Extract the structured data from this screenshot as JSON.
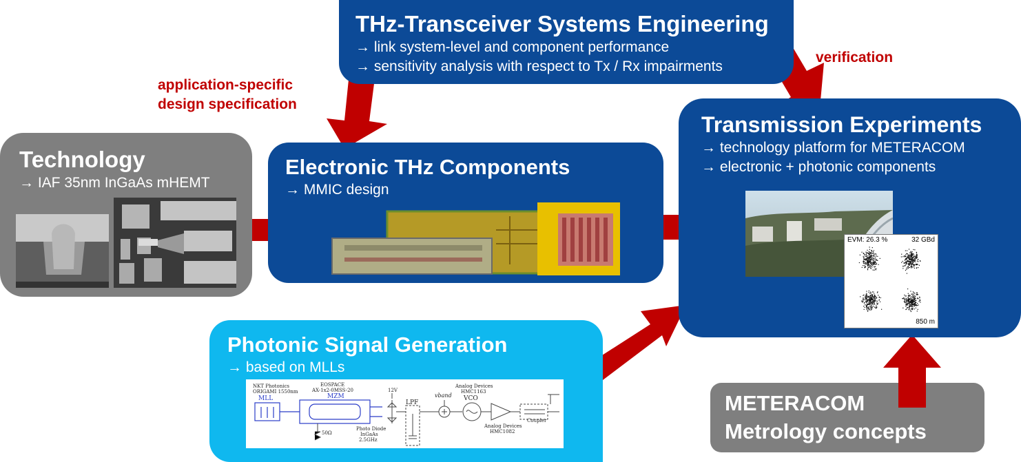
{
  "systems": {
    "title": "THz-Transceiver Systems Engineering",
    "lines": [
      "→ link system-level and component performance",
      "→ sensitivity analysis with respect to Tx / Rx impairments"
    ]
  },
  "technology": {
    "title": "Technology",
    "lines": [
      "→ IAF 35nm InGaAs mHEMT"
    ]
  },
  "electronic": {
    "title": "Electronic THz Components",
    "lines": [
      "→ MMIC design"
    ]
  },
  "transmission": {
    "title": "Transmission Experiments",
    "lines": [
      "→ technology platform for METERACOM",
      "→ electronic + photonic components"
    ],
    "constellation": {
      "evm": "EVM: 26.3 %",
      "rate": "32 GBd",
      "distance": "850 m"
    }
  },
  "photonic": {
    "title": "Photonic Signal Generation",
    "lines": [
      "→ based on MLLs"
    ],
    "schematic": {
      "mll_vendor": [
        "NKT Photonics",
        "ORIGAMI 1550nm"
      ],
      "mll": "MLL",
      "mzm_vendor": [
        "EOSPACE",
        "AX-1x2-0MSS-20"
      ],
      "mzm": "MZM",
      "resistor": "50Ω",
      "photodiode": [
        "Photo Diode",
        "InGaAs",
        "2.5GHz"
      ],
      "voltage": "12V",
      "lpf": "LPF",
      "vband": "vband",
      "vco_vendor": [
        "Analog Devices",
        "HMC1163"
      ],
      "vco": "VCO",
      "amp_vendor": [
        "Analog Devices",
        "HMC1082"
      ],
      "coupler": "Coupler"
    }
  },
  "metrology": {
    "title": [
      "METERACOM",
      "Metrology concepts"
    ]
  },
  "labels": {
    "design_spec": [
      "application-specific",
      "design specification"
    ],
    "verification": "verification"
  },
  "colors": {
    "blue_box": "#0c4a97",
    "gray_box": "#7f7f7f",
    "cyan_box": "#0fb8ef",
    "arrow": "#c00000"
  }
}
